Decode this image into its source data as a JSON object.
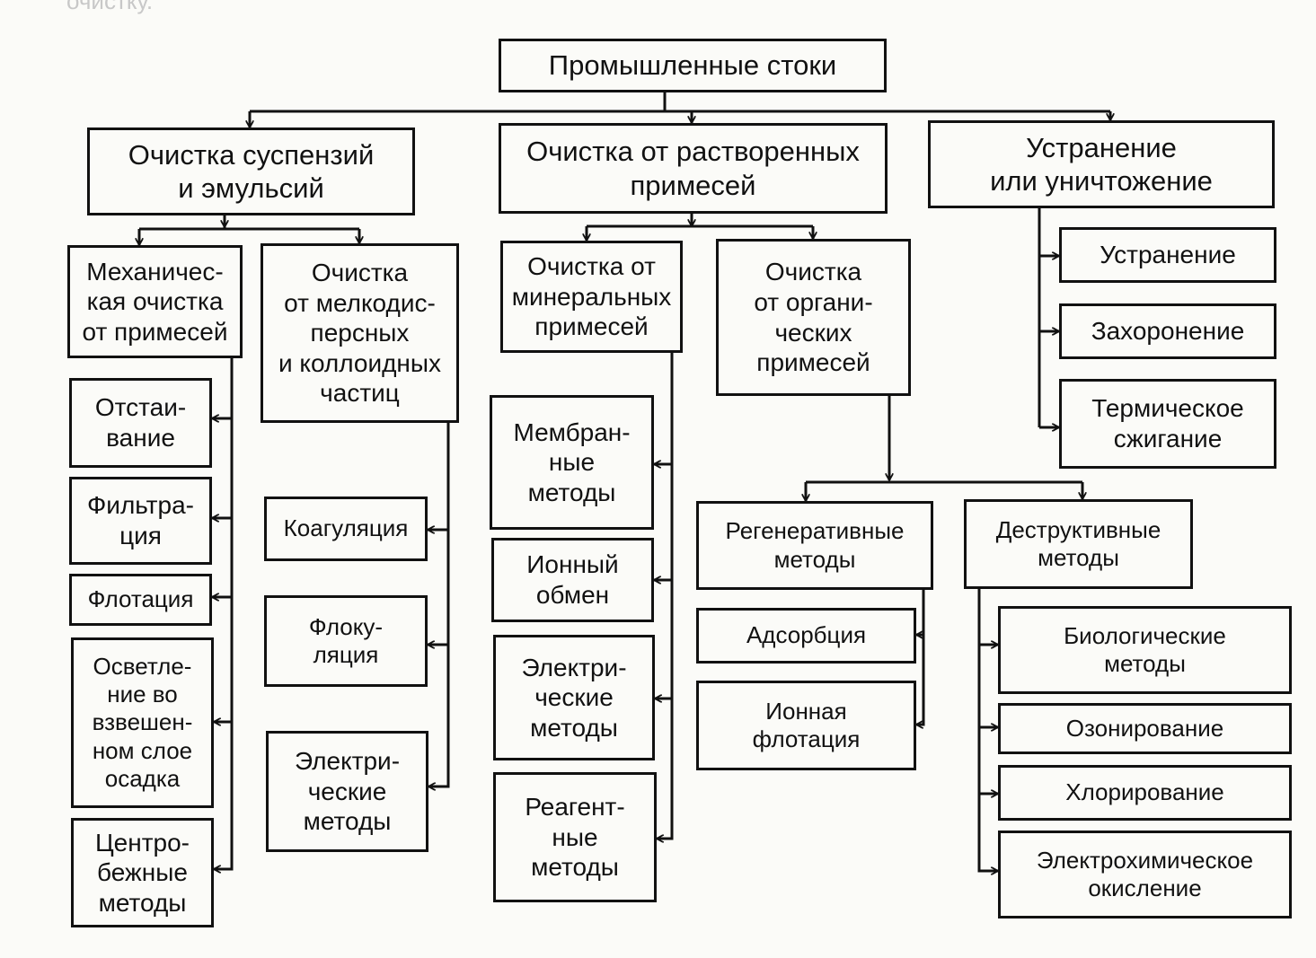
{
  "fragment_top": "очистку.",
  "nodes": {
    "root": "Промышленные стоки",
    "susp": "Очистка суспензий\nи эмульсий",
    "dissolved": "Очистка от растворенных\nпримесей",
    "elim": "Устранение\nили уничтожение",
    "mech": "Механичес-\nкая очистка\nот примесей",
    "fine": "Очистка\nот мелкодис-\nперсных\nи коллоидных\nчастиц",
    "mineral": "Очистка от\nминеральных\nпримесей",
    "organic": "Очистка\nот органи-\nческих\nпримесей",
    "removal": "Устранение",
    "burial": "Захоронение",
    "thermal": "Термическое\nсжигание",
    "settling": "Отстаи-\nвание",
    "filtration": "Фильтра-\nция",
    "flotation": "Флотация",
    "clarification": "Осветле-\nние во\nвзвешен-\nном слое\nосадка",
    "centrifugal": "Центро-\nбежные\nметоды",
    "coagulation": "Коагуляция",
    "flocculation": "Флоку-\nляция",
    "electric1": "Электри-\nческие\nметоды",
    "membrane": "Мембран-\nные\nметоды",
    "ionexchange": "Ионный\nобмен",
    "electric2": "Электри-\nческие\nметоды",
    "reagent": "Реагент-\nные\nметоды",
    "regen": "Регенеративные\nметоды",
    "destr": "Деструктивные\nметоды",
    "adsorption": "Адсорбция",
    "ionflot": "Ионная\nфлотация",
    "bio": "Биологические\nметоды",
    "ozon": "Озонирование",
    "chlor": "Хлорирование",
    "electrochem": "Электрохимическое\nокисление"
  }
}
